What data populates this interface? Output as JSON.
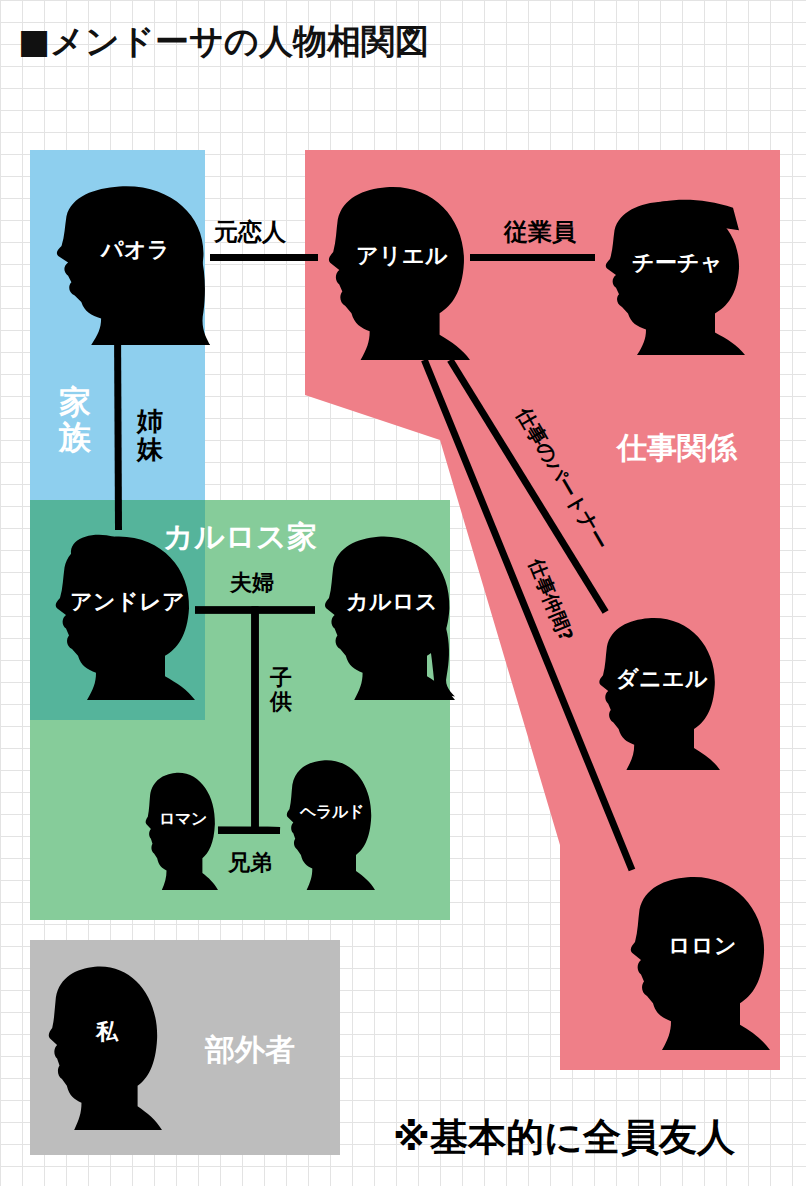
{
  "diagram": {
    "title": "■メンドーサの人物相関図",
    "nodes": [
      {
        "text": [
          "家族"
        ]
      },
      {
        "text": [
          "パオラ"
        ],
        "in": 0
      },
      {
        "text": [
          "仕事関係"
        ]
      },
      {
        "text": [
          "アリエル"
        ],
        "in": 2
      },
      {
        "text": [
          "チーチャ"
        ],
        "in": 2
      },
      {
        "text": [
          "カルロス家"
        ]
      },
      {
        "text": [
          "アンドレア"
        ],
        "in": 5
      },
      {
        "text": [
          "カルロス"
        ],
        "in": 5
      },
      {
        "text": [
          "ダニエル"
        ],
        "in": 2
      },
      {
        "text": [
          "ロマン"
        ],
        "in": 5
      },
      {
        "text": [
          "ヘラルド"
        ],
        "in": 5
      },
      {
        "text": [
          "ロロン"
        ],
        "in": 2
      },
      {
        "text": [
          "部外者"
        ]
      },
      {
        "text": [
          "私"
        ],
        "in": 12
      }
    ],
    "edges": [
      {
        "from": 1,
        "to": 3,
        "label": "元恋人",
        "arrow": "none"
      },
      {
        "from": 3,
        "to": 4,
        "label": "従業員",
        "arrow": "none"
      },
      {
        "from": 1,
        "to": 6,
        "label": "姉妹",
        "arrow": "none"
      },
      {
        "from": 6,
        "to": 7,
        "label": "夫婦",
        "arrow": "none"
      },
      {
        "from": 6,
        "to": 9,
        "label": "子供",
        "arrow": "none"
      },
      {
        "from": 6,
        "to": 10,
        "arrow": "none"
      },
      {
        "from": 7,
        "to": 9,
        "arrow": "none"
      },
      {
        "from": 7,
        "to": 10,
        "arrow": "none"
      },
      {
        "from": 9,
        "to": 10,
        "label": "兄弟",
        "arrow": "none"
      },
      {
        "from": 3,
        "to": 8,
        "label": "仕事のパートナー",
        "arrow": "none"
      },
      {
        "from": 3,
        "to": 11,
        "label": "仕事仲間?",
        "arrow": "none"
      }
    ],
    "labels": [
      "※基本的に全員友人"
    ]
  }
}
